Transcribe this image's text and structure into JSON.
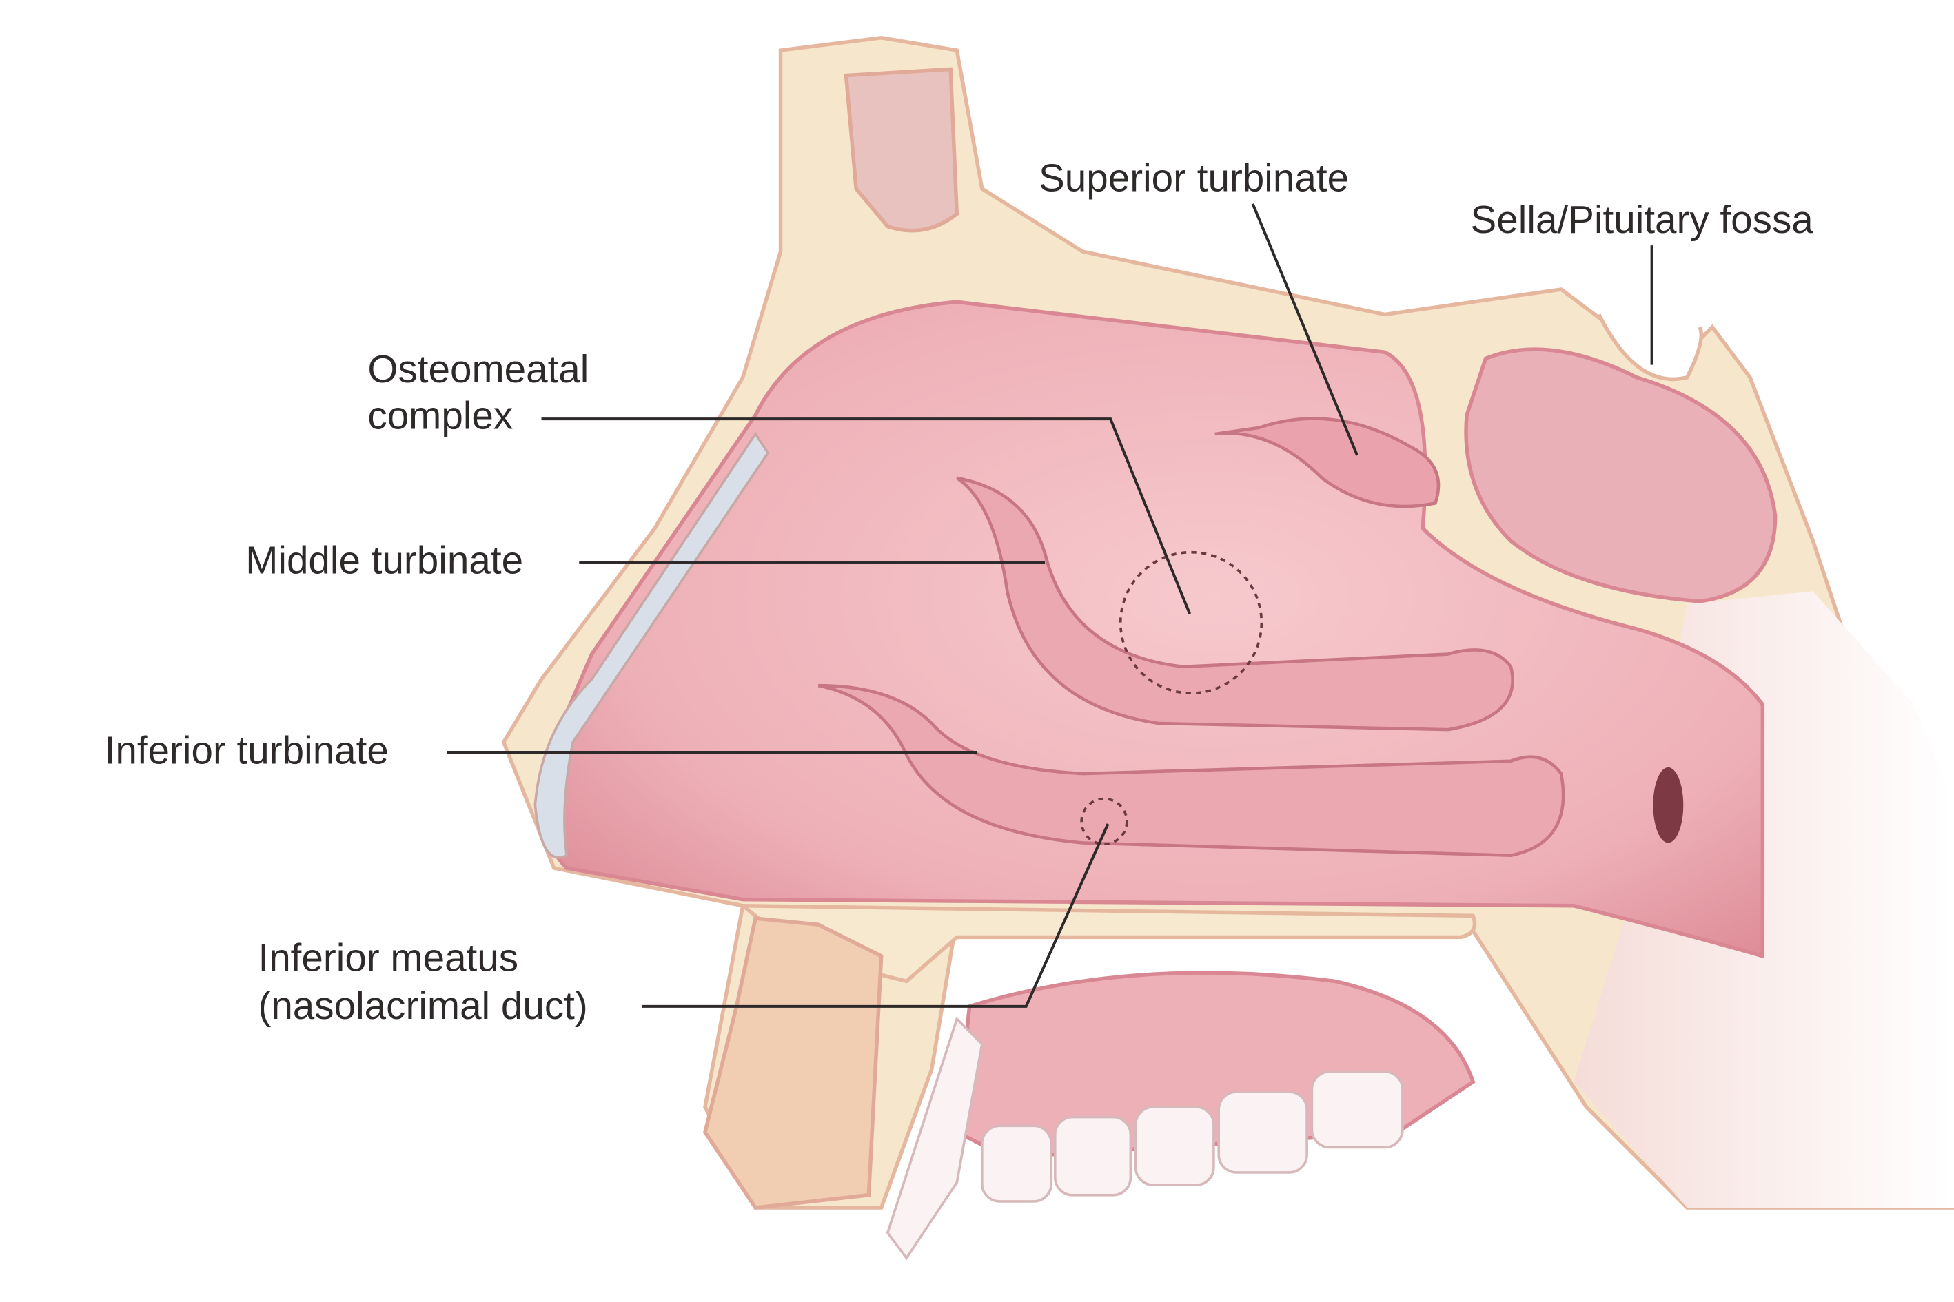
{
  "title": "Sagittal view of the nasal cavity",
  "labels": {
    "superior_turbinate": "Superior turbinate",
    "sella": "Sella/Pituitary fossa",
    "osteomeatal_line1": "Osteomeatal",
    "osteomeatal_line2": "complex",
    "middle_turbinate": "Middle turbinate",
    "inferior_turbinate": "Inferior turbinate",
    "inferior_meatus_line1": "Inferior meatus",
    "inferior_meatus_line2": "(nasolacrimal duct)"
  },
  "colors": {
    "mucosa": "#efb3b9",
    "mucosa_dark": "#d98792",
    "bone": "#f5e6cc",
    "bone_edge": "#e6b79f",
    "cartilage": "#d9dfe8",
    "teeth": "#fbf3f3"
  }
}
